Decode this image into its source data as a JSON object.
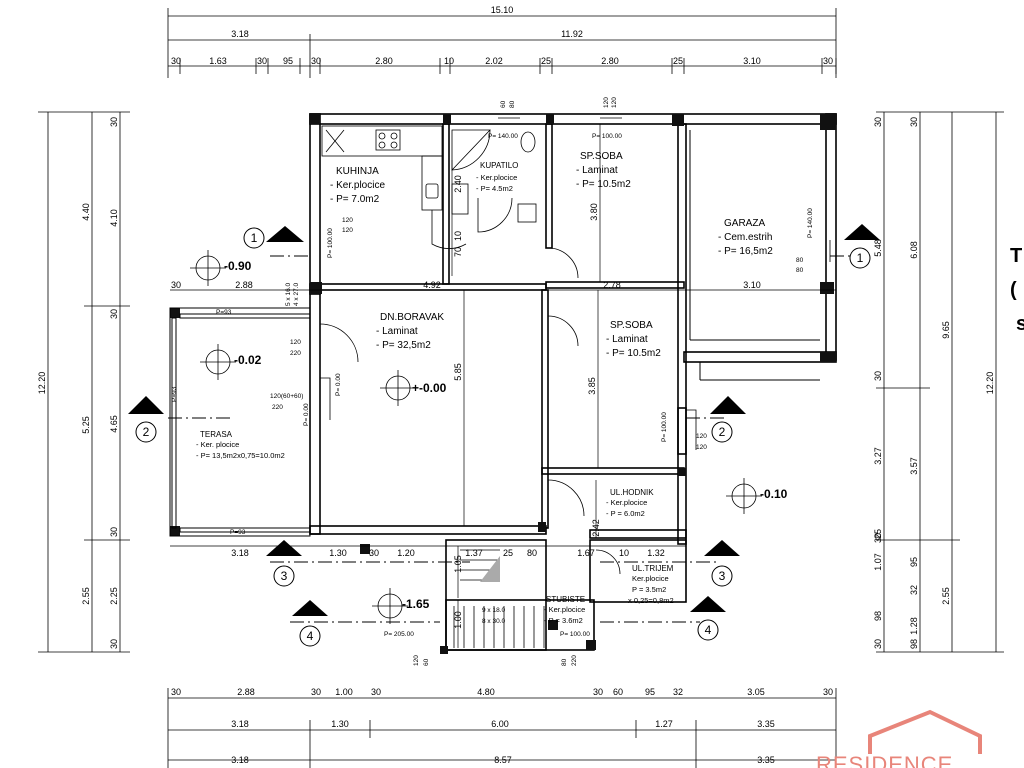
{
  "dims_top": {
    "overall": "15.10",
    "row2": [
      "3.18",
      "11.92"
    ],
    "row3": [
      "30",
      "1.63",
      "30",
      "95",
      "30",
      "2.80",
      "10",
      "2.02",
      "25",
      "2.80",
      "25",
      "3.10",
      "30"
    ]
  },
  "dims_bottom": {
    "row1": [
      "30",
      "2.88",
      "30",
      "1.00",
      "30",
      "4.80",
      "30",
      "60",
      "95",
      "32",
      "3.05",
      "30"
    ],
    "row2": [
      "3.18",
      "1.30",
      "6.00",
      "1.27",
      "3.35"
    ],
    "row3": [
      "3.18",
      "8.57",
      "3.35"
    ]
  },
  "dims_left": {
    "outer": "12.20",
    "mid": [
      "4.40",
      "5.25",
      "2.55"
    ],
    "inner": [
      "30",
      "4.10",
      "30",
      "4.65",
      "30",
      "2.25",
      "30"
    ]
  },
  "dims_right": {
    "outer": "12.20",
    "second": "9.65",
    "third": [
      "6.08",
      "3.57",
      "2.55"
    ],
    "inner": [
      "30",
      "5.48",
      "30",
      "3.27",
      "25",
      "1.07",
      "95",
      "32",
      "98",
      "1.28"
    ],
    "inner2": [
      "30",
      "30",
      "98",
      "30"
    ]
  },
  "rooms": {
    "kuhinja": {
      "name": "KUHINJA",
      "l1": "- Ker.plocice",
      "l2": "- P= 7.0m2"
    },
    "kupatilo": {
      "name": "KUPATILO",
      "l1": "- Ker.plocice",
      "l2": "- P= 4.5m2"
    },
    "spsoba1": {
      "name": "SP.SOBA",
      "l1": "- Laminat",
      "l2": "- P= 10.5m2"
    },
    "garaza": {
      "name": "GARAZA",
      "l1": "- Cem.estrih",
      "l2": "- P= 16,5m2"
    },
    "boravak": {
      "name": "DN.BORAVAK",
      "l1": "- Laminat",
      "l2": "- P= 32,5m2"
    },
    "spsoba2": {
      "name": "SP.SOBA",
      "l1": "- Laminat",
      "l2": "- P= 10.5m2"
    },
    "terasa": {
      "name": "TERASA",
      "l1": "- Ker. plocice",
      "l2": "- P= 13,5m2x0,75=10.0m2"
    },
    "hodnik": {
      "name": "UL.HODNIK",
      "l1": "- Ker.plocice",
      "l2": "- P = 6.0m2"
    },
    "trijem": {
      "name": "UL.TRIJEM",
      "l1": "Ker.plocice",
      "l2": "P = 3.5m2",
      "l3": "x 0,25=0,8m2"
    },
    "stubiste": {
      "name": "STUBISTE",
      "l1": "- Ker.plocice",
      "l2": "- P = 3.6m2"
    }
  },
  "room_dims": {
    "boravak_w": "4.92",
    "boravak_h": "5.85",
    "terasa_w": "2.88",
    "spsoba1_h": "3.80",
    "spsoba2_w": "2.78",
    "spsoba2_h": "3.85",
    "garaza_w": "3.10",
    "kup_h": "2.40",
    "kup_h2": "70",
    "kup_h3": "10",
    "hod_h": "2.42",
    "stair_h1": "1.05",
    "stair_h2": "1.00",
    "r_b1": "3.18",
    "r_b2": "1.30",
    "r_b3": "30",
    "r_b4": "1.20",
    "r_b5": "1.37",
    "r_b6": "25",
    "r_b7": "80",
    "r_b8": "1.67",
    "r_b9": "10",
    "r_b10": "1.32",
    "r_top": "30"
  },
  "openings": {
    "kuh_win": "120",
    "kuh_win2": "120",
    "kuh_door": "P= 100.00",
    "kup_win_a": "60",
    "kup_win_b": "80",
    "kup_p": "P= 140.00",
    "sp1_win_a": "120",
    "sp1_win_b": "120",
    "sp1_p": "P= 100.00",
    "gar_p": "P= 140.00",
    "gar_a": "80",
    "gar_b": "80",
    "ter_w1": "P=93",
    "ter_w2": "P=93",
    "ter_w3": "P=93",
    "ter_d1": "120",
    "ter_d2": "220",
    "ter_d3": "120(60+60)",
    "ter_d4": "220",
    "ter_d5": "P= 0.00",
    "ter_d6": "P= 0.00",
    "sp2_p": "P= 100.00",
    "sp2_a": "120",
    "sp2_b": "120",
    "bor_sym": "5 x 16.0",
    "bor_sym2": "4 x 27.0",
    "st_a": "9 x 18.0",
    "st_b": "8 x 30.0",
    "st_p1": "P= 205.00",
    "st_p2": "P= 100.00",
    "st_c": "120",
    "st_d": "60",
    "st_e": "80",
    "st_f": "220"
  },
  "levels": {
    "l1": "-0.90",
    "l2": "-0.02",
    "l3": "+-0.00",
    "l4": "-0.10",
    "l5": "-1.65"
  },
  "sections": [
    "1",
    "1",
    "2",
    "2",
    "3",
    "3",
    "4",
    "4"
  ],
  "side_text": [
    "T",
    "(",
    "s"
  ],
  "brand": "RESIDENCE"
}
